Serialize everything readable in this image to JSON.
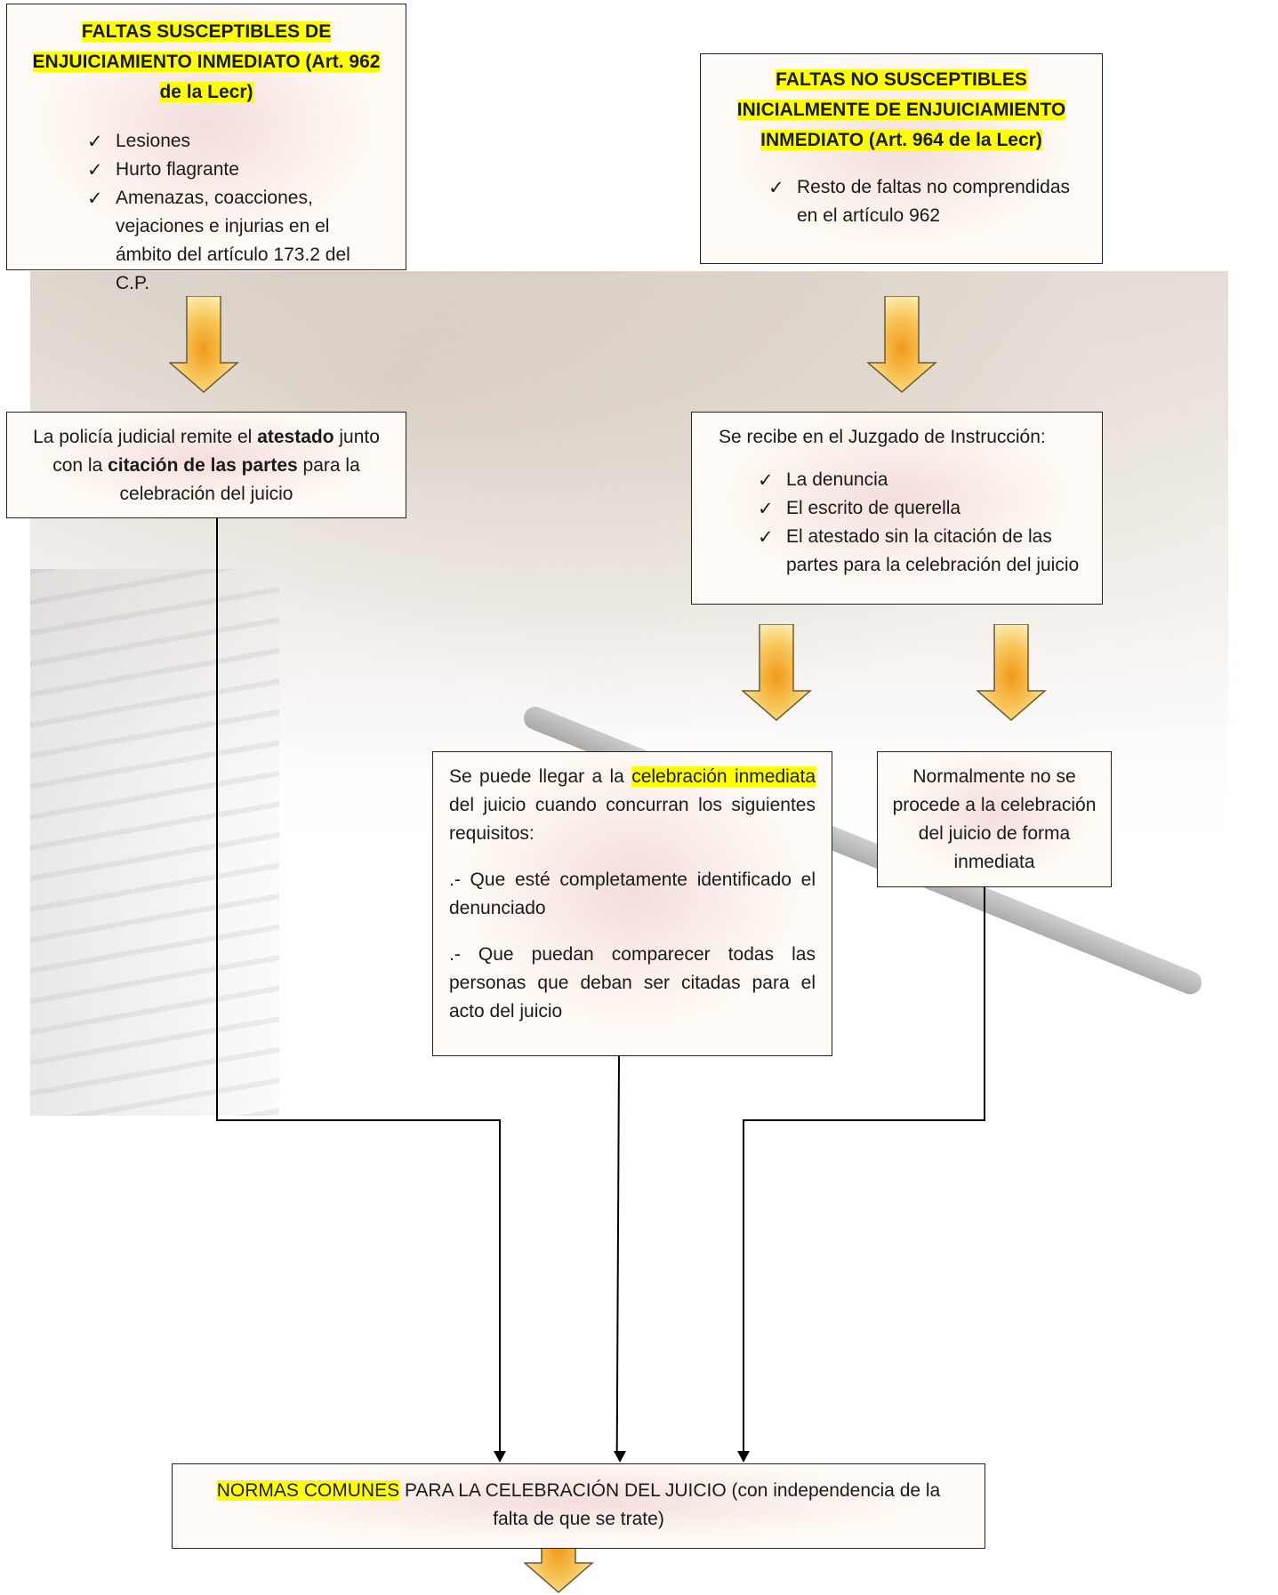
{
  "left_top_box": {
    "title": "FALTAS SUSCEPTIBLES DE ENJUICIAMIENTO INMEDIATO (Art. 962 de la Lecr)",
    "items": [
      "Lesiones",
      "Hurto flagrante",
      "Amenazas, coacciones, vejaciones e injurias en el ámbito del artículo 173.2 del C.P."
    ]
  },
  "right_top_box": {
    "title": "FALTAS NO SUSCEPTIBLES INICIALMENTE DE ENJUICIAMIENTO INMEDIATO (Art. 964 de la Lecr)",
    "items": [
      "Resto de faltas no comprendidas en el artículo 962"
    ]
  },
  "left_mid_box": {
    "text_1": "La policía judicial remite el ",
    "bold_1": "atestado",
    "text_2": " junto con la ",
    "bold_2": "citación de las partes",
    "text_3": " para la celebración del juicio"
  },
  "right_mid_box": {
    "intro": "Se recibe en el Juzgado de Instrucción:",
    "items": [
      "La denuncia",
      "El escrito de querella",
      "El atestado sin la citación de las partes para la celebración del juicio"
    ]
  },
  "center_box": {
    "text_1": "Se puede llegar a la ",
    "highlight": "celebración inmediata",
    "text_2": " del  juicio cuando concurran los siguientes requisitos:",
    "req_1": ".- Que esté completamente identificado el denunciado",
    "req_2": ".- Que puedan comparecer todas las personas que deban ser citadas para el acto del juicio"
  },
  "right_small_box": {
    "text": "Normalmente no se procede a la celebración del juicio de forma inmediata"
  },
  "bottom_box": {
    "highlight": "NORMAS COMUNES",
    "text": " PARA LA CELEBRACIÓN DEL JUICIO (con independencia de la falta de que se trate)"
  },
  "colors": {
    "highlight": "#ffff00",
    "arrow_fill_edge": "#fde9a0",
    "arrow_fill_center": "#f5a623",
    "arrow_stroke": "#6b5a3a"
  }
}
